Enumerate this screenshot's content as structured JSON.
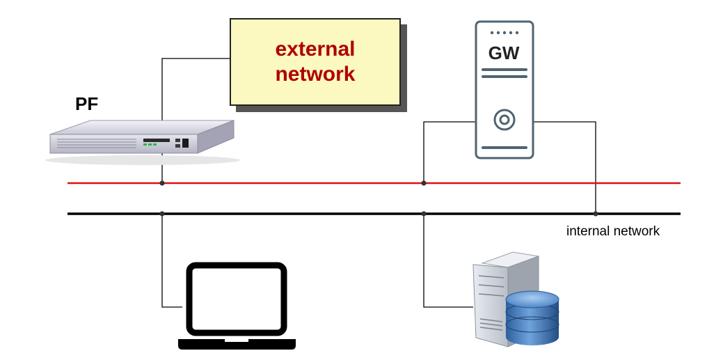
{
  "external_box": {
    "line1": "external",
    "line2": "network"
  },
  "labels": {
    "pf": "PF",
    "gw": "GW",
    "internal_network": "internal network"
  },
  "colors": {
    "red_network": "#dd1111",
    "internal_network": "#000000",
    "external_text": "#b00000",
    "external_fill": "#fbf8c0",
    "gw_outline": "#4e6470"
  },
  "icons": {
    "pf": "firewall-appliance-icon",
    "gw": "gateway-server-icon",
    "laptop": "laptop-icon",
    "server": "database-server-icon"
  }
}
